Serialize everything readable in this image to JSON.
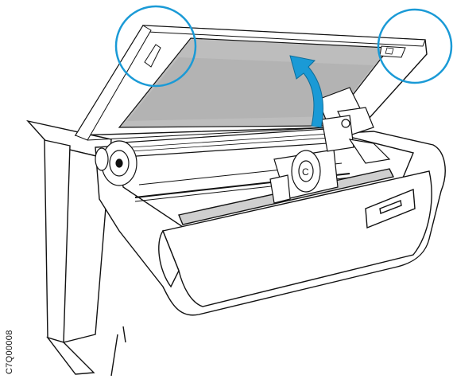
{
  "figure": {
    "id_code": "C7Q00008"
  },
  "callouts": [
    {
      "name": "left-cover-latch",
      "color": "#1a9ad6"
    },
    {
      "name": "right-cover-latch",
      "color": "#1a9ad6"
    }
  ],
  "arrow": {
    "color": "#1a9ad6",
    "meaning": "lift-cover-open"
  },
  "colors": {
    "line": "#111111",
    "cover_glass": "#bdbdbd",
    "cover_glass_dark": "#a9a9a9",
    "accent_blue": "#1a9ad6",
    "body": "#ffffff"
  }
}
